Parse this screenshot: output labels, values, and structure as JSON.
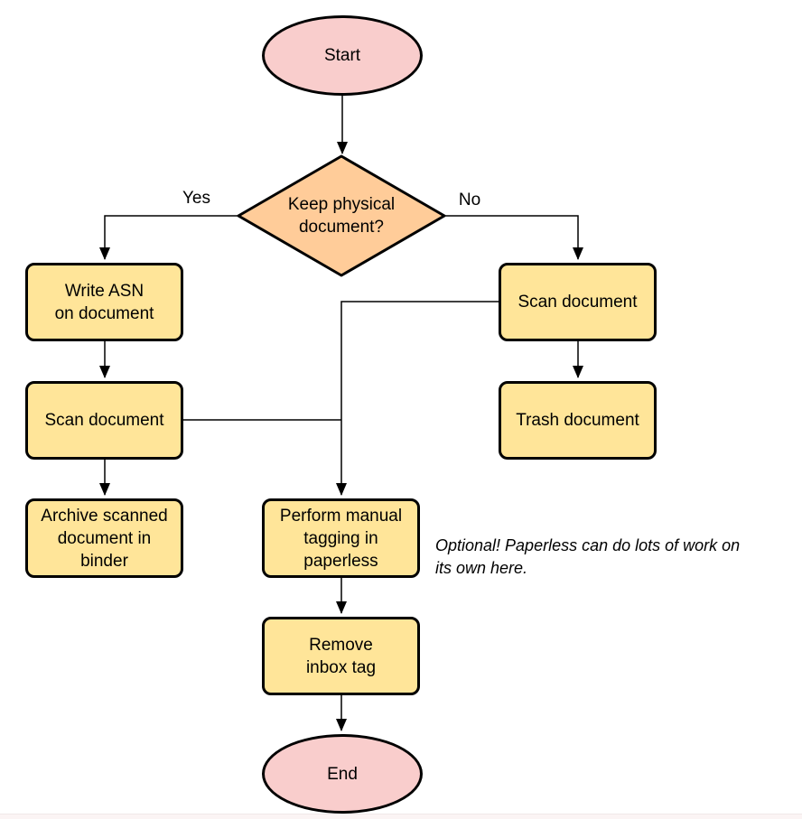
{
  "diagram": {
    "type": "flowchart",
    "colors": {
      "terminal_fill": "#f9cdcc",
      "process_fill": "#ffe599",
      "decision_fill": "#ffcc99",
      "stroke": "#000000",
      "canvas_bg": "#ffffff"
    },
    "nodes": {
      "start": {
        "label": "Start",
        "shape": "terminal"
      },
      "decision": {
        "label": "Keep physical\ndocument?",
        "shape": "decision"
      },
      "write_asn": {
        "label": "Write ASN\non document",
        "shape": "process"
      },
      "scan_left": {
        "label": "Scan document",
        "shape": "process"
      },
      "archive": {
        "label": "Archive scanned\ndocument in\nbinder",
        "shape": "process"
      },
      "scan_right": {
        "label": "Scan document",
        "shape": "process"
      },
      "trash": {
        "label": "Trash document",
        "shape": "process"
      },
      "tagging": {
        "label": "Perform manual\ntagging in\npaperless",
        "shape": "process"
      },
      "remove_inbox": {
        "label": "Remove\ninbox tag",
        "shape": "process"
      },
      "end": {
        "label": "End",
        "shape": "terminal"
      }
    },
    "edge_labels": {
      "yes": "Yes",
      "no": "No"
    },
    "note": "Optional! Paperless can do lots of work on\nits own here.",
    "edges": [
      "start -> decision",
      "decision -> write_asn (Yes)",
      "decision -> scan_right (No)",
      "write_asn -> scan_left",
      "scan_left -> archive",
      "scan_right -> trash",
      "scan_left -> tagging",
      "scan_right -> tagging",
      "tagging -> remove_inbox",
      "remove_inbox -> end"
    ]
  }
}
